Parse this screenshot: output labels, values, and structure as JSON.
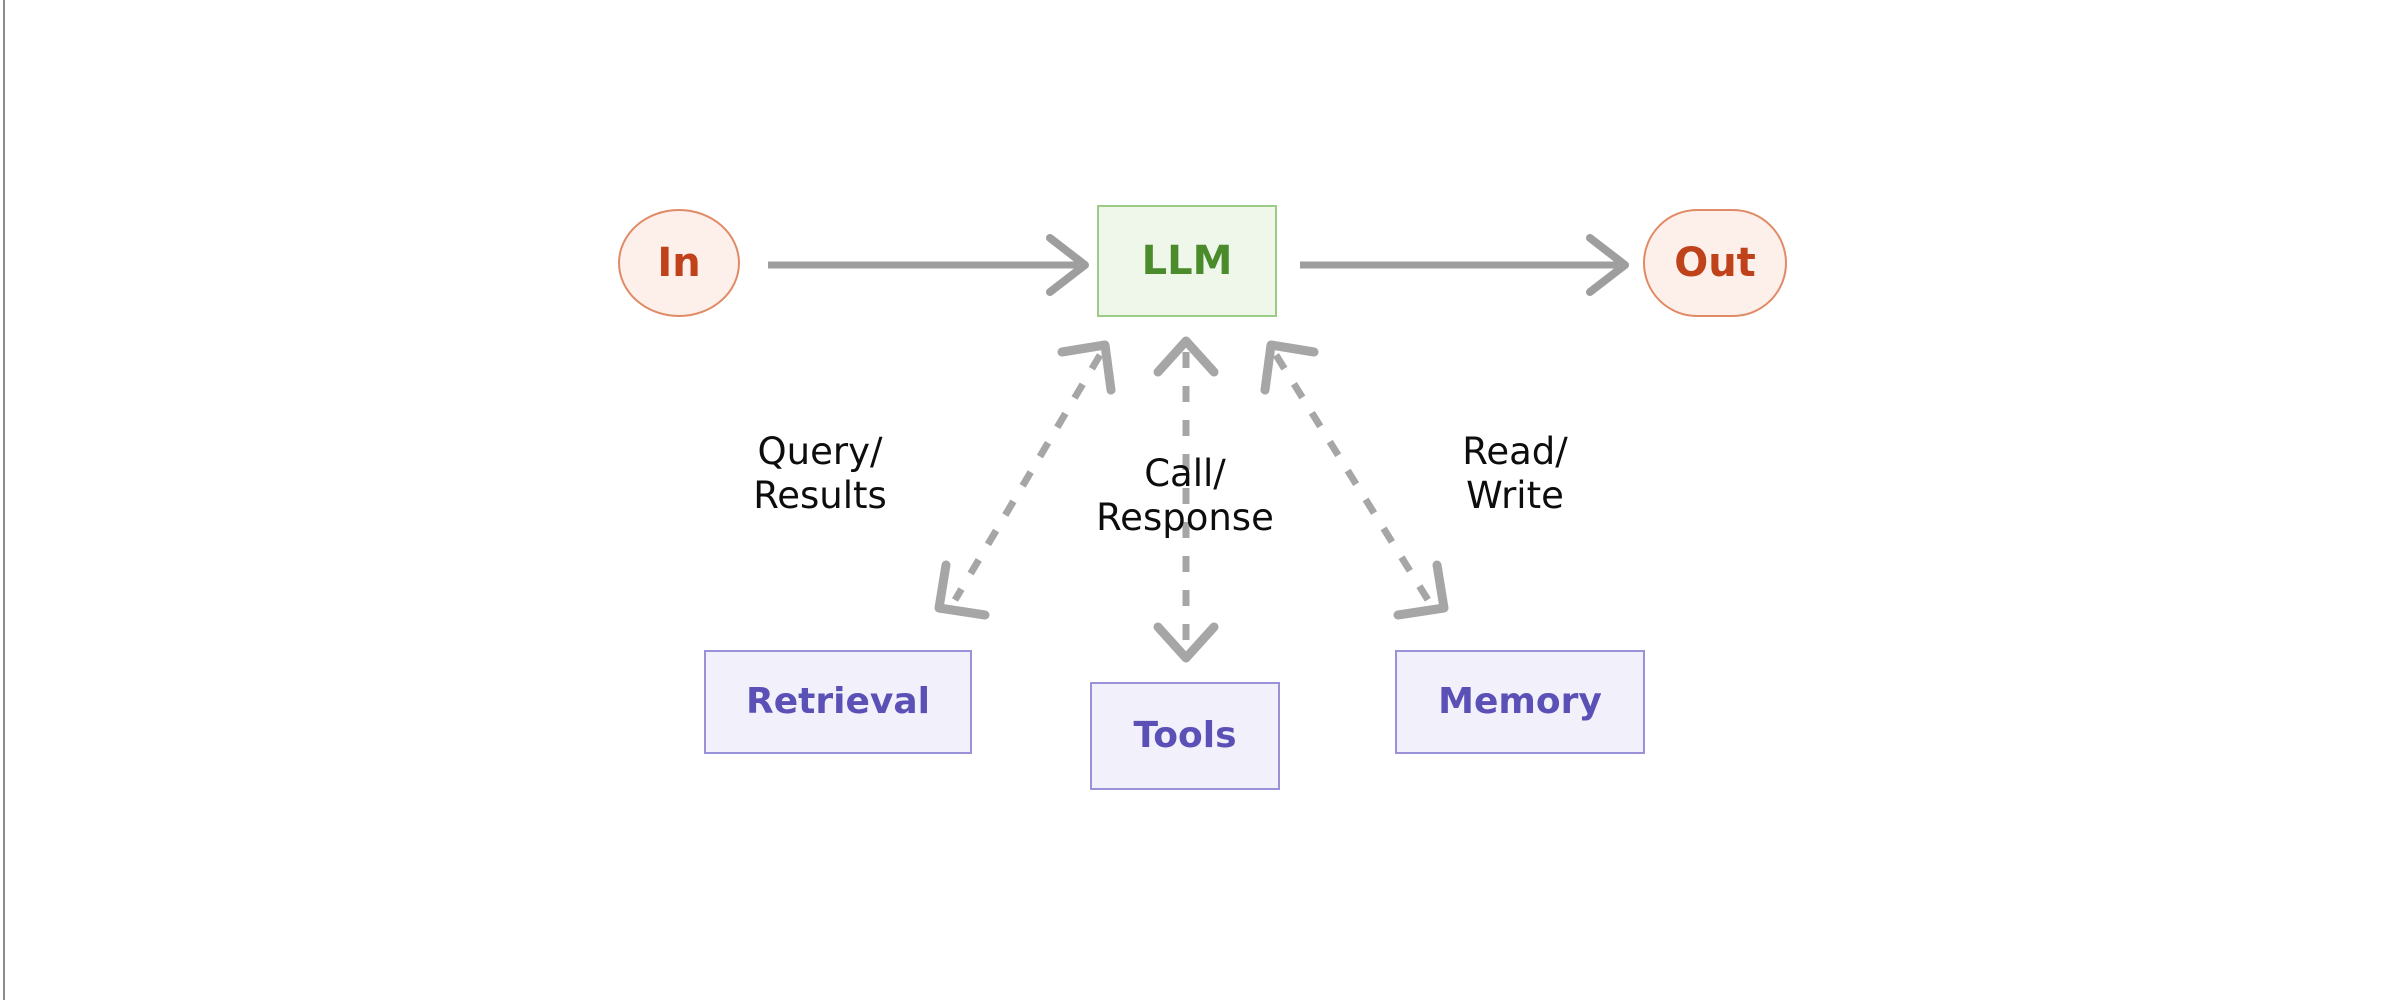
{
  "diagram": {
    "title": "LLM agent loop with retrieval, tools and memory",
    "background_color": "#ffffff",
    "nodes": {
      "input": {
        "label": "In",
        "shape": "ellipse",
        "fill": "#fdf0eb",
        "stroke": "#e08a66",
        "text_color": "#c0421a"
      },
      "llm": {
        "label": "LLM",
        "shape": "rectangle",
        "fill": "#eef7e9",
        "stroke": "#9ccb86",
        "text_color": "#4a8b2c"
      },
      "output": {
        "label": "Out",
        "shape": "stadium",
        "fill": "#fdf0eb",
        "stroke": "#e08a66",
        "text_color": "#c0421a"
      },
      "retrieval": {
        "label": "Retrieval",
        "shape": "rectangle",
        "fill": "#f2f1fb",
        "stroke": "#9a92d8",
        "text_color": "#5b50b5"
      },
      "tools": {
        "label": "Tools",
        "shape": "rectangle",
        "fill": "#f2f1fb",
        "stroke": "#9a92d8",
        "text_color": "#5b50b5"
      },
      "memory": {
        "label": "Memory",
        "shape": "rectangle",
        "fill": "#f2f1fb",
        "stroke": "#9a92d8",
        "text_color": "#5b50b5"
      }
    },
    "edges": {
      "in_to_llm": {
        "label": "",
        "style": "solid",
        "direction": "forward",
        "color": "#9e9e9e"
      },
      "llm_to_out": {
        "label": "",
        "style": "solid",
        "direction": "forward",
        "color": "#9e9e9e"
      },
      "llm_retrieval": {
        "label": "Query/\nResults",
        "style": "dashed",
        "direction": "bidirectional",
        "color": "#a6a6a6"
      },
      "llm_tools": {
        "label": "Call/\nResponse",
        "style": "dashed",
        "direction": "bidirectional",
        "color": "#a6a6a6"
      },
      "llm_memory": {
        "label": "Read/\nWrite",
        "style": "dashed",
        "direction": "bidirectional",
        "color": "#a6a6a6"
      }
    }
  }
}
